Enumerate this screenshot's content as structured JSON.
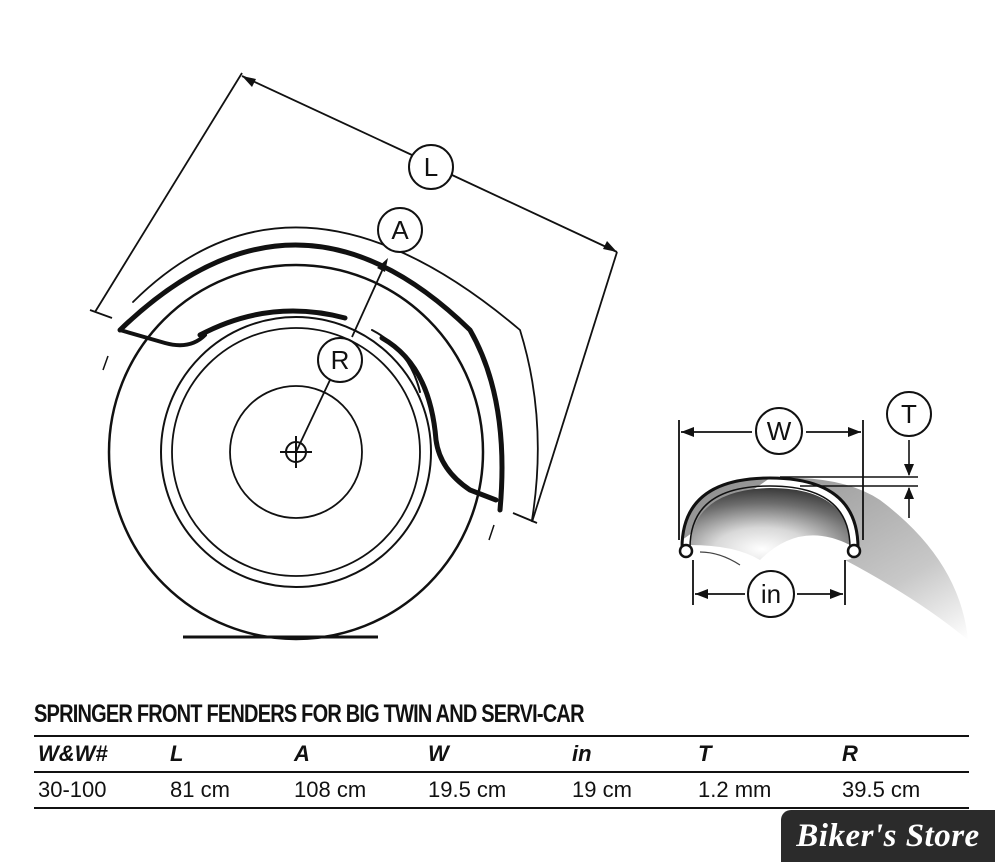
{
  "diagram": {
    "labels": {
      "L": "L",
      "A": "A",
      "R": "R",
      "W": "W",
      "T": "T",
      "in": "in"
    }
  },
  "spec": {
    "title": "SPRINGER FRONT FENDERS FOR BIG TWIN AND SERVI-CAR",
    "columns": [
      "W&W#",
      "L",
      "A",
      "W",
      "in",
      "T",
      "R"
    ],
    "rows": [
      [
        "30-100",
        "81 cm",
        "108 cm",
        "19.5 cm",
        "19 cm",
        "1.2 mm",
        "39.5 cm"
      ]
    ]
  },
  "badge": {
    "text": "Biker's Store"
  }
}
